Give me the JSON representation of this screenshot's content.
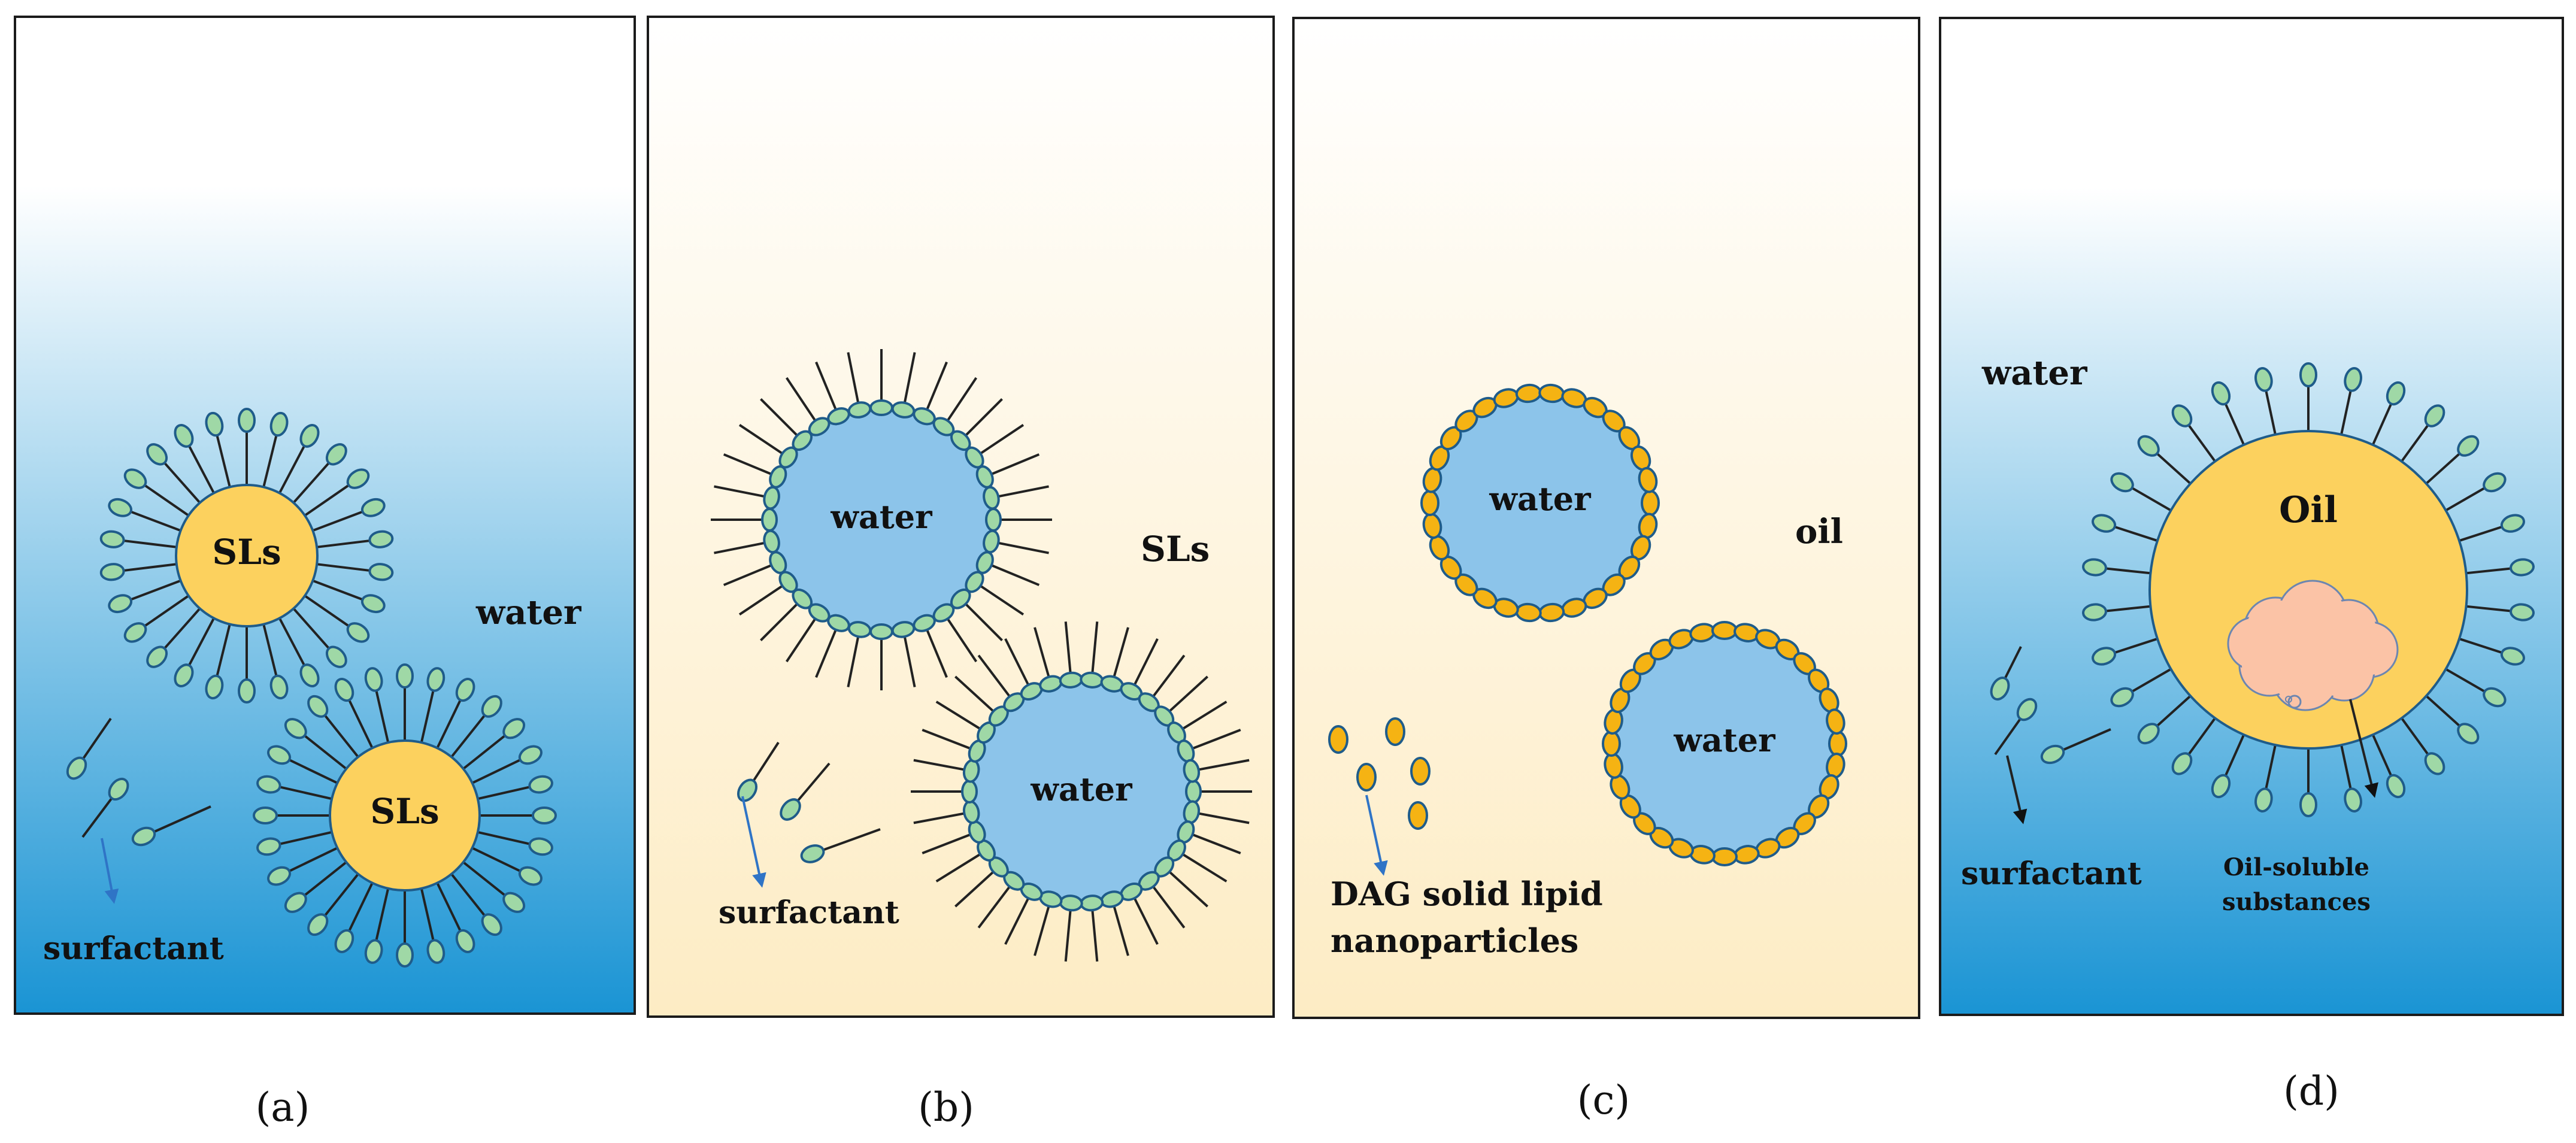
{
  "colors": {
    "water_top": "#ffffff",
    "water_bottom": "#1a94d4",
    "oil_top": "#ffffff",
    "oil_bottom": "#fdecc4",
    "core_yellow": "#fcd15e",
    "droplet_blue": "#8cc4ea",
    "head_green": "#9fd8a6",
    "head_stroke": "#1f5c8a",
    "dag_orange": "#f5b313",
    "arrow_blue": "#2f74c6",
    "tail": "#222222",
    "cargo_pink": "#fbc3a6",
    "cargo_stroke": "#6c86b0"
  },
  "panels": [
    {
      "id": "a",
      "caption": "(a)",
      "medium": "water",
      "labels": {
        "water": "water",
        "surfactant": "surfactant",
        "core1": "SLs",
        "core2": "SLs"
      }
    },
    {
      "id": "b",
      "caption": "(b)",
      "medium": "oil",
      "labels": {
        "water1": "water",
        "water2": "water",
        "sls": "SLs",
        "surfactant": "surfactant"
      }
    },
    {
      "id": "c",
      "caption": "(c)",
      "medium": "oil",
      "labels": {
        "water1": "water",
        "water2": "water",
        "oil": "oil",
        "dag_line1": "DAG solid lipid",
        "dag_line2": "nanoparticles"
      }
    },
    {
      "id": "d",
      "caption": "(d)",
      "medium": "water",
      "labels": {
        "water": "water",
        "oil": "Oil",
        "surfactant": "surfactant",
        "oilsol_line1": "Oil-soluble",
        "oilsol_line2": "substances"
      }
    }
  ],
  "icons": {
    "micelle": "surfactant-micelle-icon",
    "reverse_micelle": "reverse-micelle-icon",
    "surfactant_molecule": "surfactant-molecule-icon",
    "nanoparticle": "dag-nanoparticle-icon",
    "cargo": "oil-soluble-cargo-icon",
    "arrow": "arrow-icon"
  }
}
